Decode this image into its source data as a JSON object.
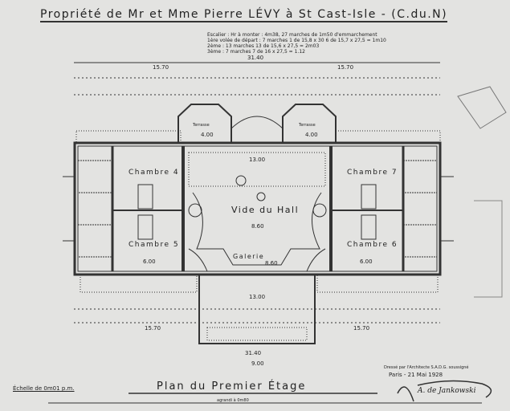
{
  "title": "Propriété de Mr et Mme Pierre LÉVY à St Cast-Isle - (C.du.N)",
  "staircase_notes": [
    "Escalier : Hr à monter : 4m38, 27 marches de 1m50 d'emmarchement",
    "1ère volée de départ : 7 marches 1 de 15,8 x 30 6 de 15,7 x 27,5 = 1m10",
    "2ème : 13 marches 13 de 15,6 x 27,5 = 2m03",
    "3ème : 7 marches 7 de 16 x 27,5 = 1.12"
  ],
  "dimensions": {
    "overall_width": "31.40",
    "half_width_left": "15.70",
    "half_width_right": "15.70",
    "bottom_overall": "31.40",
    "bottom_center": "9.00",
    "center_top": "13.00",
    "center_bottom": "13.00"
  },
  "rooms": {
    "chambre_4": "Chambre 4",
    "chambre_5": "Chambre 5",
    "chambre_6": "Chambre 6",
    "chambre_7": "Chambre 7",
    "hall": "Vide du Hall",
    "hall_dim": "8.60",
    "galerie": "Galerie",
    "galerie_dim": "8.60",
    "terrasse_left": "Terrasse",
    "terrasse_right": "Terrasse",
    "terrasse_dim": "4.00",
    "chambre_5_dim": "6.00",
    "chambre_6_dim": "6.00"
  },
  "footer": {
    "scale": "Échelle de 0m01 p.m.",
    "plan_title": "Plan du Premier Étage",
    "architect": "Dressé par l'Architecte S.A.D.G. soussigné",
    "place_date": "Paris - 21 Mai 1928",
    "signature": "A. de Jankowski",
    "scale_bar": "agrandi à 0m80"
  }
}
